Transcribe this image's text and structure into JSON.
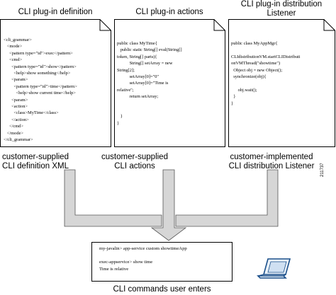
{
  "columns": [
    {
      "title": "CLI plug-in definition",
      "code": "<cli_grammar>\n   <mode>\n     <pattern type=\"id\">exec</pattern>\n     <cmd>\n       <pattern type=\"id\">show</pattern>\n         <help>show something</help>\n       <param>\n         <pattern type=\"id\">time</pattern>\n           <help>show current time</help>\n       <param>\n       <action>\n         <class>MyTime</class>\n       </action>\n     </cmd>\n   </mode>\n</cli_grammar>",
      "caption": [
        "customer-supplied",
        "CLI definition XML"
      ]
    },
    {
      "title": "CLI plug-in actions",
      "code": "public class MyTime{\n   public static String[] eval(String[]\ntoken, String[] parts){\n           String[] setArray = new\nString[2];\n           setArray[0]=\"0\"\n           setArray[0]=\"Time is\nrelative\";\n           return setArray;\n\n\n   }\n}",
      "caption": [
        "customer-supplied",
        "CLI actions"
      ]
    },
    {
      "title": "CLI plug-in distribution\nListener",
      "code": "public class MyAppMgr{\n\nCLIdistributionVM.startCLIDistributi\nonVMThread(\"showtime\")\n  Object obj = new Object();\n  synchronize(obj){\n\n      obj.wait();\n  }\n}",
      "caption": [
        "customer-implemented",
        "CLI distribution Listener"
      ]
    }
  ],
  "terminal": {
    "lines": [
      "my-javalin> app-service custom showtimeApp",
      "",
      "exec-appservice> show time",
      "Time is relative"
    ],
    "caption": "CLI commands user enters"
  },
  "figure_id": "211737",
  "icons": {
    "laptop": "laptop-icon"
  }
}
